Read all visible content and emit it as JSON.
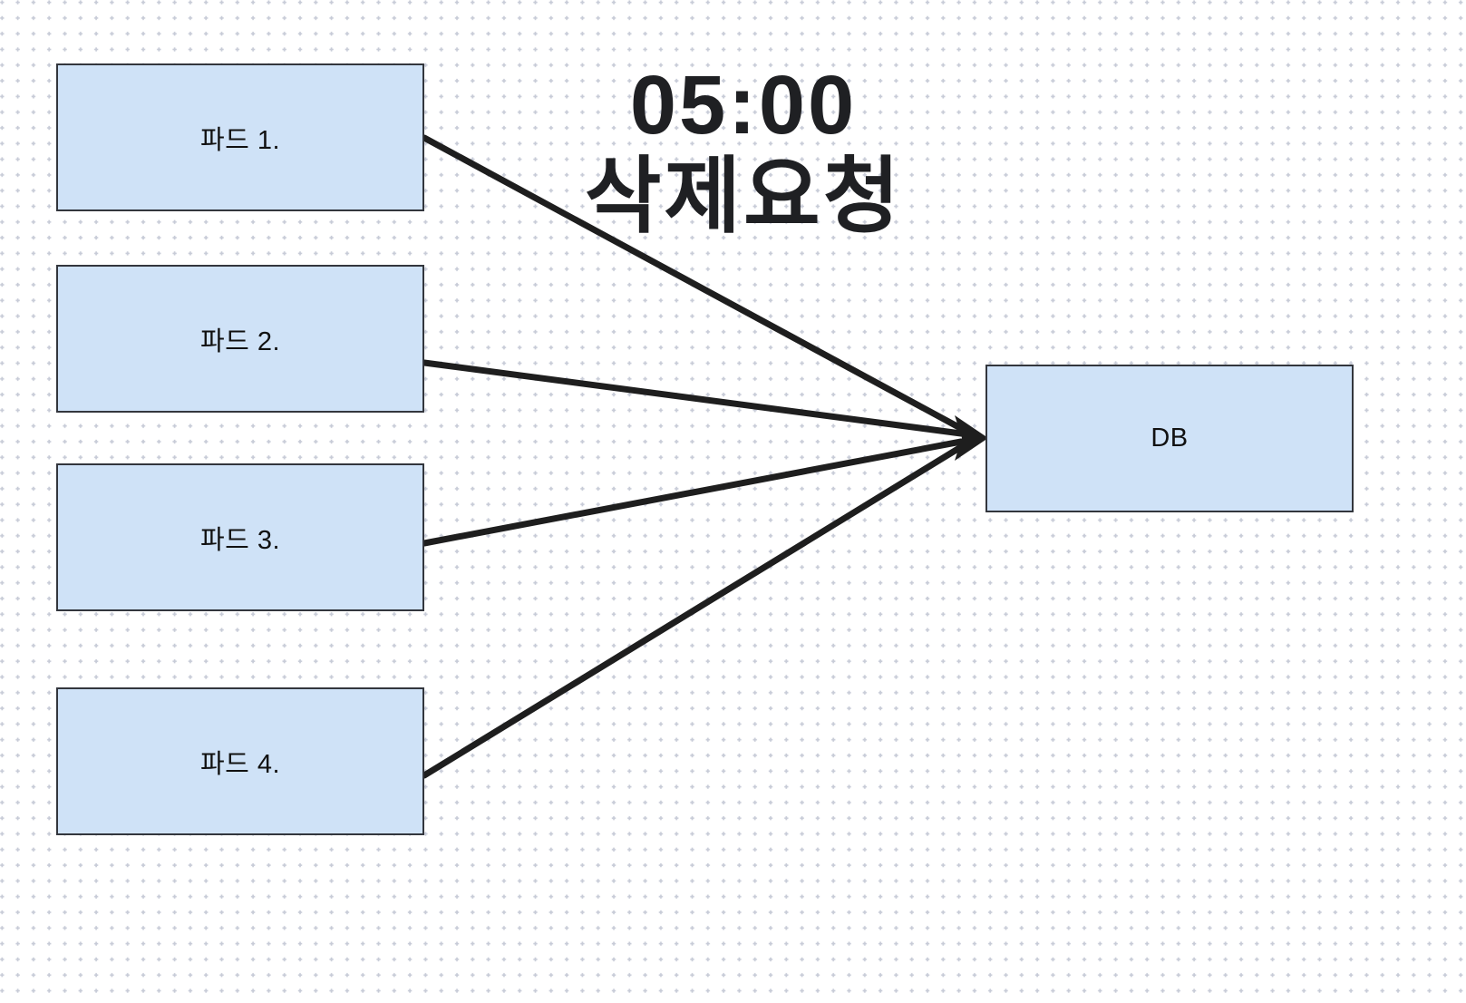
{
  "diagram": {
    "title": {
      "line1": "05:00",
      "line2": "삭제요청"
    },
    "nodes": [
      {
        "id": "pod1",
        "label": "파드 1."
      },
      {
        "id": "pod2",
        "label": "파드 2."
      },
      {
        "id": "pod3",
        "label": "파드 3."
      },
      {
        "id": "pod4",
        "label": "파드 4."
      },
      {
        "id": "db",
        "label": "DB"
      }
    ],
    "edges": [
      {
        "from": "pod1",
        "to": "db"
      },
      {
        "from": "pod2",
        "to": "db"
      },
      {
        "from": "pod3",
        "to": "db"
      },
      {
        "from": "pod4",
        "to": "db"
      }
    ],
    "colors": {
      "node_fill": "#cfe2f7",
      "node_border": "#33363d",
      "edge": "#1e1e1e",
      "dot_grid": "#c7cbd7",
      "background": "#ffffff",
      "text": "#111111",
      "title_text": "#1f2023"
    }
  }
}
